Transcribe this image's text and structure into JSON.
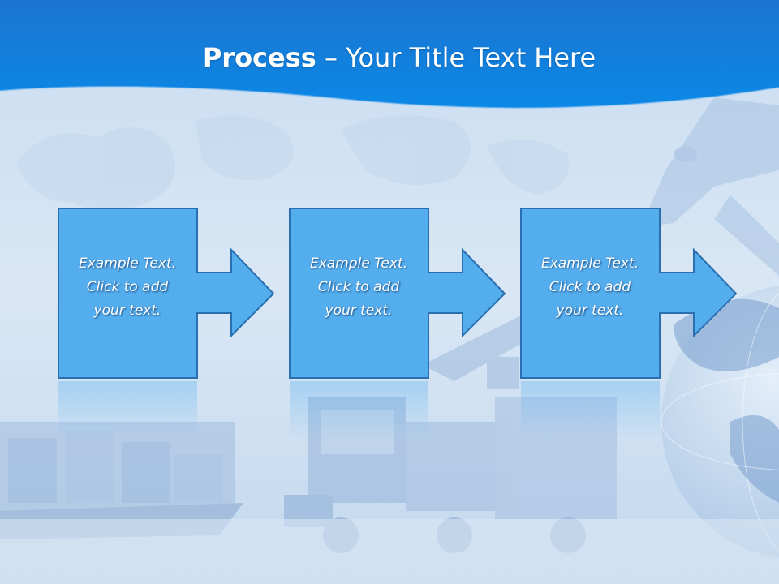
{
  "slide": {
    "title_bold": "Process",
    "title_rest": " – Your Title Text Here",
    "colors": {
      "header_top": "#1a75d0",
      "header_bottom": "#0c88e6",
      "box_fill": "#54aeee",
      "box_stroke": "#2a6fb0",
      "background": "#d5e4f3"
    },
    "steps": [
      {
        "text": "Example Text.\nClick  to add\nyour text."
      },
      {
        "text": "Example Text.\nClick  to add\nyour text."
      },
      {
        "text": "Example Text.\nClick  to add\nyour text."
      }
    ]
  }
}
